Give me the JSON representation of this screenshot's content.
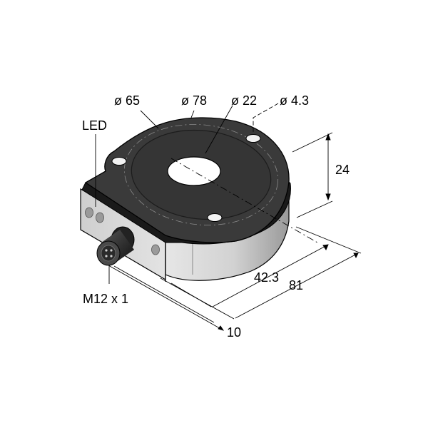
{
  "labels": {
    "d65": "ø 65",
    "d78": "ø 78",
    "d22": "ø 22",
    "d43": "ø 4.3",
    "led": "LED",
    "h24": "24",
    "l423": "42.3",
    "l81": "81",
    "m12": "M12 x 1",
    "l10": "10"
  },
  "colors": {
    "housing_top": "#3a3a3a",
    "housing_side": "#cfcfcf",
    "outline": "#000000"
  }
}
